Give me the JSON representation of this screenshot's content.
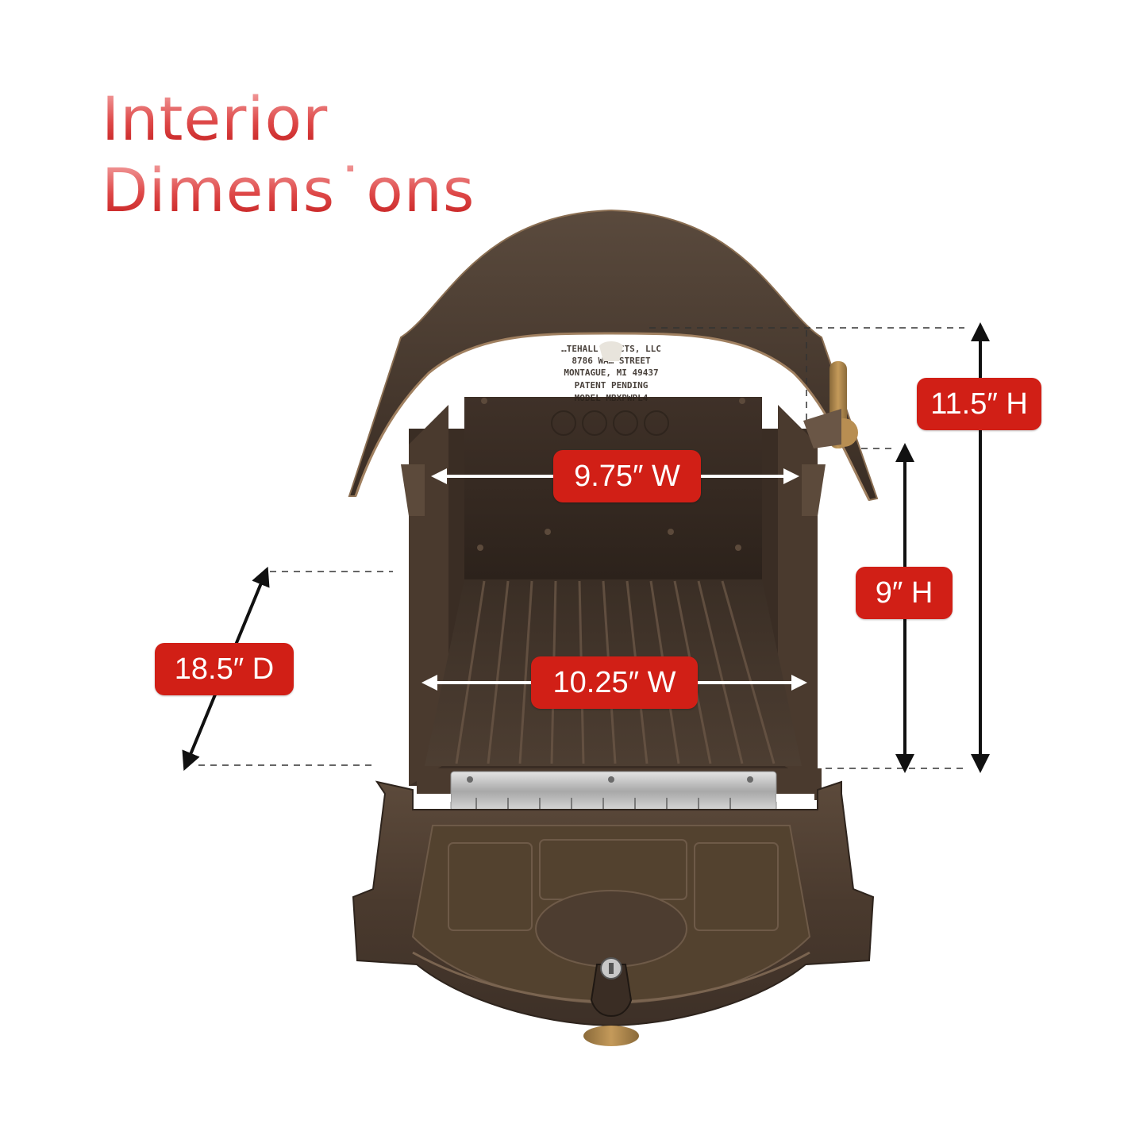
{
  "heading": {
    "line1": "Interior",
    "line2": "Dimens˙ons"
  },
  "dimensions": {
    "width_top": "9.75″ W",
    "width_bottom": "10.25″ W",
    "depth": "18.5″ D",
    "height_inner": "9″ H",
    "height_outer": "11.5″ H"
  },
  "mailbox_stamp": {
    "line1": "…TEHALL …DUCTS, LLC",
    "line2": "8786 WA… STREET",
    "line3": "MONTAGUE, MI 49437",
    "line4": "PATENT PENDING",
    "line5": "MODEL MBXPWPL4"
  },
  "colors": {
    "badge": "#d11f16",
    "heading": "#d62a2a",
    "mailbox_bronze": "#4a3a2e",
    "arrow_dark": "#111111",
    "arrow_light": "#ffffff"
  }
}
